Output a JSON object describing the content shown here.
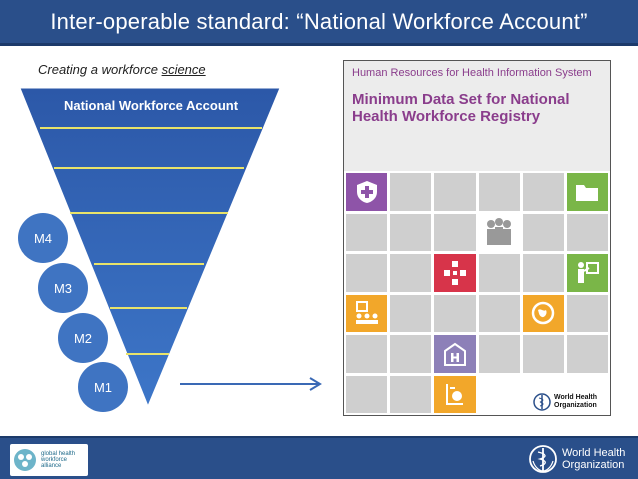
{
  "slide": {
    "title": "Inter-operable standard: “National Workforce Account”",
    "subtitle_prefix": "Creating a workforce ",
    "subtitle_emph": "science"
  },
  "funnel": {
    "label": "National Workforce Account",
    "modules": [
      "M4",
      "M3",
      "M2",
      "M1"
    ],
    "colors": {
      "fill": "#2f5fb0",
      "lines": "#e8e36a"
    }
  },
  "book": {
    "series": "Human Resources for Health Information System",
    "title": "Minimum Data Set for National Health Workforce Registry",
    "publisher": "World Health Organization"
  },
  "footer": {
    "gwa_text": "global health workforce alliance",
    "who_text": "World Health Organization"
  },
  "icons": [
    "cross-shield-icon",
    "folder-icon",
    "people-icon",
    "medical-icon",
    "teacher-icon",
    "classroom-icon",
    "globe-icon",
    "hospital-icon",
    "document-icon",
    "who-emblem-icon",
    "gwa-logo-icon"
  ]
}
